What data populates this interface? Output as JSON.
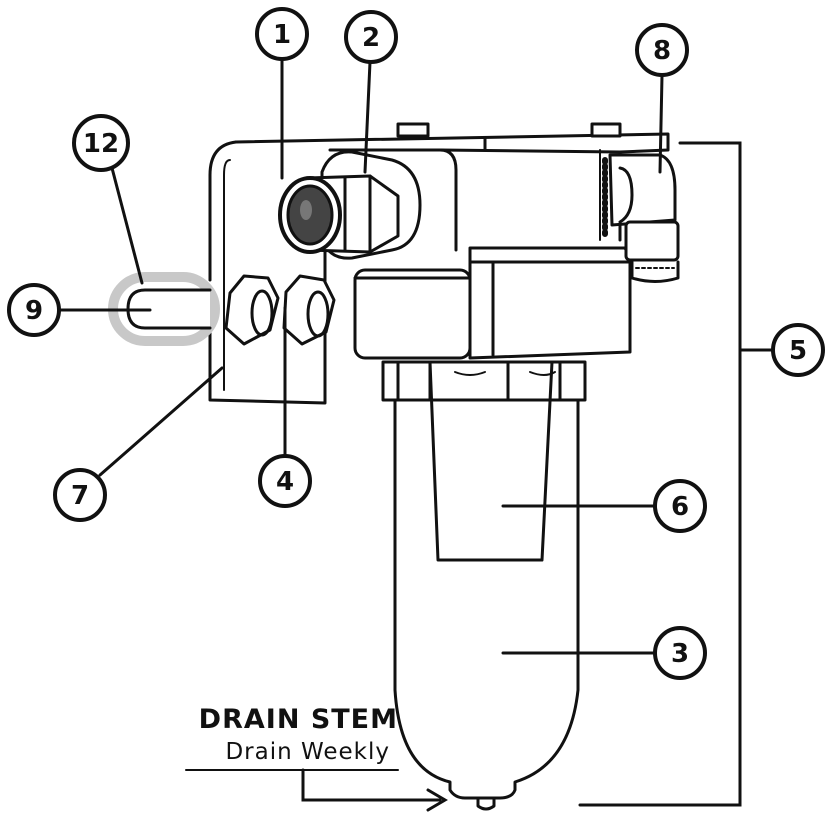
{
  "callouts": {
    "c1": "1",
    "c2": "2",
    "c3": "3",
    "c4": "4",
    "c5": "5",
    "c6": "6",
    "c7": "7",
    "c8": "8",
    "c9": "9",
    "c12": "12"
  },
  "drain": {
    "title": "DRAIN STEM",
    "subtitle": "Drain Weekly"
  },
  "colors": {
    "ink": "#111111",
    "background": "#ffffff",
    "highlight": "#c8c8c8",
    "fitting": "#444444"
  }
}
